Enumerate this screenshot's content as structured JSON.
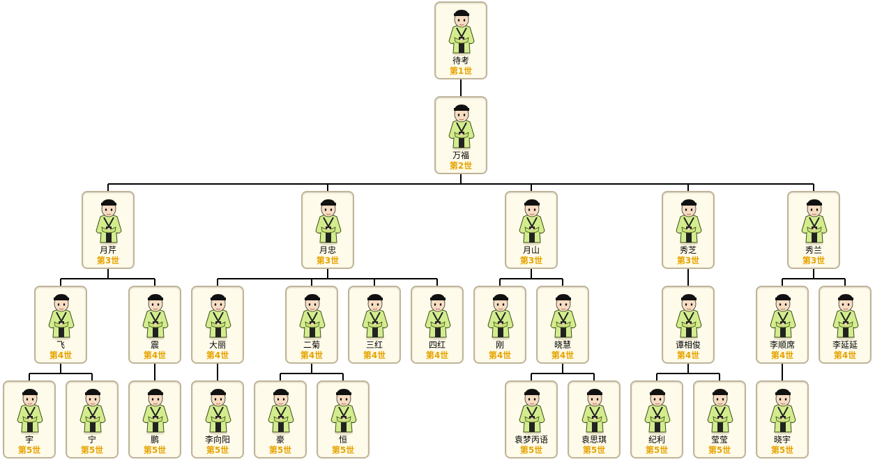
{
  "colors": {
    "robe": "#d3ed8e",
    "border": "#bfb49a",
    "card_bg": "#fffbea",
    "generation": "#e6a300",
    "line": "#000000"
  },
  "avatar_icon": "ancient-person-icon",
  "people": [
    {
      "id": "p1",
      "name": "待考",
      "gen": "第1世",
      "parent": null
    },
    {
      "id": "p2",
      "name": "万福",
      "gen": "第2世",
      "parent": "p1"
    },
    {
      "id": "p3",
      "name": "月芹",
      "gen": "第3世",
      "parent": "p2"
    },
    {
      "id": "p4",
      "name": "月忠",
      "gen": "第3世",
      "parent": "p2"
    },
    {
      "id": "p5",
      "name": "月山",
      "gen": "第3世",
      "parent": "p2"
    },
    {
      "id": "p6",
      "name": "秀芝",
      "gen": "第3世",
      "parent": "p2"
    },
    {
      "id": "p7",
      "name": "秀兰",
      "gen": "第3世",
      "parent": "p2"
    },
    {
      "id": "p8",
      "name": "飞",
      "gen": "第4世",
      "parent": "p3"
    },
    {
      "id": "p9",
      "name": "震",
      "gen": "第4世",
      "parent": "p3"
    },
    {
      "id": "p10",
      "name": "大丽",
      "gen": "第4世",
      "parent": "p4"
    },
    {
      "id": "p11",
      "name": "二菊",
      "gen": "第4世",
      "parent": "p4"
    },
    {
      "id": "p12",
      "name": "三红",
      "gen": "第4世",
      "parent": "p4"
    },
    {
      "id": "p13",
      "name": "四红",
      "gen": "第4世",
      "parent": "p4"
    },
    {
      "id": "p14",
      "name": "刚",
      "gen": "第4世",
      "parent": "p5"
    },
    {
      "id": "p15",
      "name": "晓慧",
      "gen": "第4世",
      "parent": "p5"
    },
    {
      "id": "p16",
      "name": "谭相俊",
      "gen": "第4世",
      "parent": "p6"
    },
    {
      "id": "p17",
      "name": "李顺席",
      "gen": "第4世",
      "parent": "p7"
    },
    {
      "id": "p18",
      "name": "李延延",
      "gen": "第4世",
      "parent": "p7"
    },
    {
      "id": "p19",
      "name": "宇",
      "gen": "第5世",
      "parent": "p8"
    },
    {
      "id": "p20",
      "name": "宁",
      "gen": "第5世",
      "parent": "p8"
    },
    {
      "id": "p21",
      "name": "鹏",
      "gen": "第5世",
      "parent": "p9"
    },
    {
      "id": "p22",
      "name": "李向阳",
      "gen": "第5世",
      "parent": "p10"
    },
    {
      "id": "p23",
      "name": "豪",
      "gen": "第5世",
      "parent": "p11"
    },
    {
      "id": "p24",
      "name": "恒",
      "gen": "第5世",
      "parent": "p11"
    },
    {
      "id": "p25",
      "name": "袁梦丙语",
      "gen": "第5世",
      "parent": "p15"
    },
    {
      "id": "p26",
      "name": "袁思琪",
      "gen": "第5世",
      "parent": "p15"
    },
    {
      "id": "p27",
      "name": "纪利",
      "gen": "第5世",
      "parent": "p16"
    },
    {
      "id": "p28",
      "name": "莹莹",
      "gen": "第5世",
      "parent": "p16"
    },
    {
      "id": "p29",
      "name": "晓宇",
      "gen": "第5世",
      "parent": "p17"
    }
  ]
}
